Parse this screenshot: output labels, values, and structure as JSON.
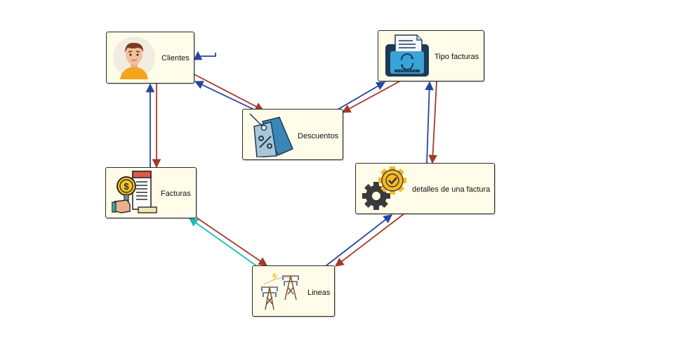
{
  "colors": {
    "node_fill": "#fffde9",
    "node_border": "#2a2a2a",
    "edge_blue": "#2545a0",
    "edge_red": "#a23a26",
    "edge_teal": "#1cbcbc"
  },
  "nodes": {
    "clientes": {
      "label": "Clientes",
      "icon": "person-avatar-icon"
    },
    "tipo_facturas": {
      "label": "Tipo facturas",
      "icon": "invoice-printer-icon"
    },
    "descuentos": {
      "label": "Descuentos",
      "icon": "discount-tag-icon"
    },
    "facturas": {
      "label": "Facturas",
      "icon": "bill-magnifier-icon"
    },
    "detalles": {
      "label": "detalles de una factura",
      "icon": "gears-icon"
    },
    "lineas": {
      "label": "Lineas",
      "icon": "power-tower-icon"
    }
  },
  "edges": [
    {
      "from": "clientes",
      "to": "descuentos",
      "color": "red"
    },
    {
      "from": "descuentos",
      "to": "clientes",
      "color": "blue"
    },
    {
      "from": "tipo_facturas",
      "to": "descuentos",
      "color": "red"
    },
    {
      "from": "descuentos",
      "to": "tipo_facturas",
      "color": "blue"
    },
    {
      "from": "clientes",
      "to": "facturas",
      "color": "red"
    },
    {
      "from": "facturas",
      "to": "clientes",
      "color": "blue"
    },
    {
      "from": "tipo_facturas",
      "to": "detalles",
      "color": "red"
    },
    {
      "from": "detalles",
      "to": "tipo_facturas",
      "color": "blue"
    },
    {
      "from": "facturas",
      "to": "lineas",
      "color": "red"
    },
    {
      "from": "lineas",
      "to": "facturas",
      "color": "teal"
    },
    {
      "from": "detalles",
      "to": "lineas",
      "color": "red"
    },
    {
      "from": "lineas",
      "to": "detalles",
      "color": "blue"
    },
    {
      "from": "clientes",
      "to": "clientes",
      "color": "blue"
    }
  ]
}
